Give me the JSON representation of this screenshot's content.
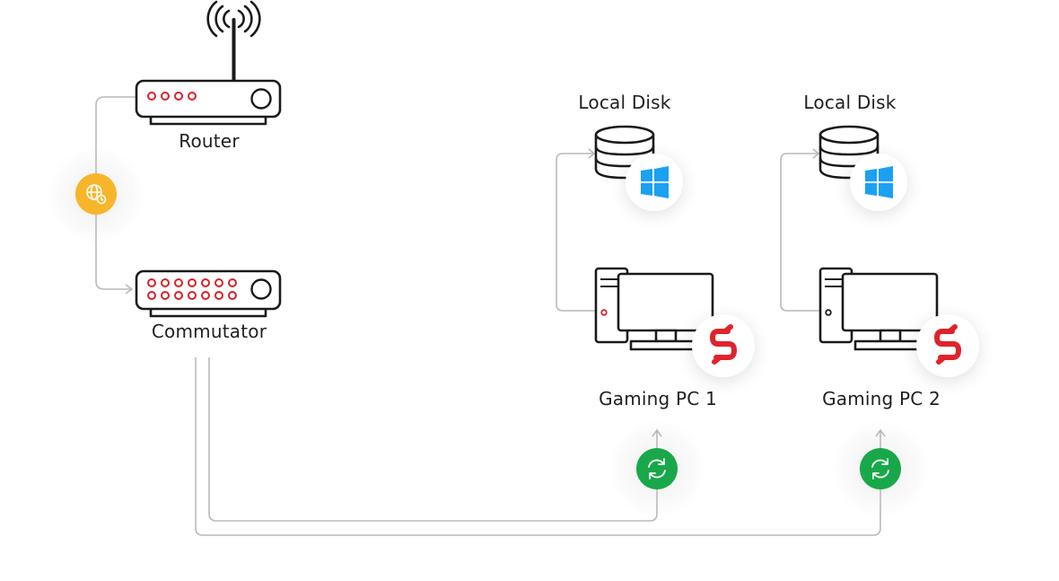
{
  "labels": {
    "router": "Router",
    "commutator": "Commutator",
    "disk1": "Local Disk",
    "disk2": "Local Disk",
    "pc1": "Gaming PC 1",
    "pc2": "Gaming PC 2"
  },
  "colors": {
    "stroke": "#1a1a1a",
    "led": "#d8232a",
    "line": "#b9b9b9",
    "internet_badge": "#f7b529",
    "sync_badge": "#18a84a",
    "windows": "#1aa1f1",
    "brand": "#e0232b"
  },
  "icons": {
    "internet": "globe-clock-icon",
    "sync": "sync-icon",
    "os": "windows-logo-icon",
    "client": "brand-s-logo-icon"
  }
}
